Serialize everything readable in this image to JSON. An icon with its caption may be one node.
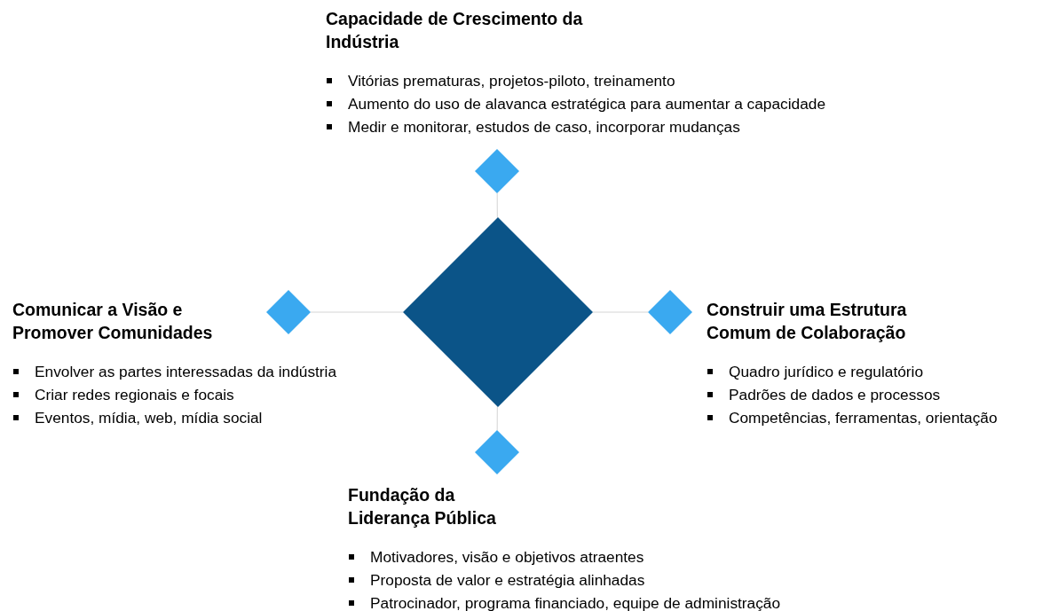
{
  "diagram": {
    "nodes": [
      {
        "text": [],
        "shape": "diamond"
      },
      {
        "text": [],
        "shape": "diamond",
        "beside": [
          "Capacidade de Crescimento da Indústria",
          "Vitórias prematuras, projetos-piloto, treinamento",
          "Aumento do uso de alavanca estratégica para aumentar a capacidade",
          "Medir e monitorar, estudos de caso, incorporar mudanças"
        ]
      },
      {
        "text": [],
        "shape": "diamond",
        "beside": [
          "Comunicar a Visão e Promover Comunidades",
          "Envolver as partes interessadas da indústria",
          "Criar redes regionais e focais",
          "Eventos, mídia, web, mídia social"
        ]
      },
      {
        "text": [],
        "shape": "diamond",
        "beside": [
          "Construir uma Estrutura Comum de Colaboração",
          "Quadro jurídico e regulatório",
          "Padrões de dados e processos",
          "Competências, ferramentas, orientação"
        ]
      },
      {
        "text": [],
        "shape": "diamond",
        "beside": [
          "Fundação da Liderança Pública",
          "Motivadores, visão e objetivos atraentes",
          "Proposta de valor e estratégia alinhadas",
          "Patrocinador, programa financiado, equipe de administração"
        ]
      }
    ],
    "edges": [
      {
        "from": 0,
        "to": 1,
        "arrow": "none"
      },
      {
        "from": 0,
        "to": 2,
        "arrow": "none"
      },
      {
        "from": 0,
        "to": 3,
        "arrow": "none"
      },
      {
        "from": 0,
        "to": 4,
        "arrow": "none"
      }
    ]
  }
}
